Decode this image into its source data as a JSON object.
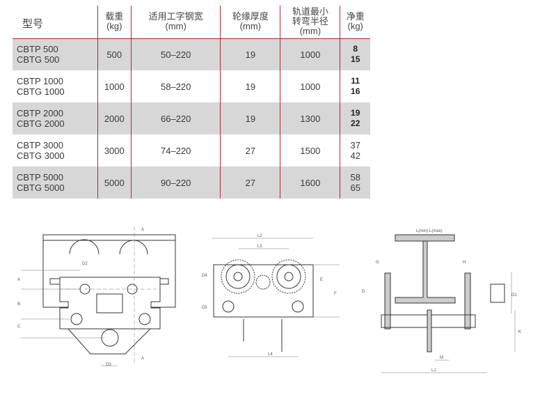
{
  "headers": [
    {
      "l1": "型号",
      "l2": ""
    },
    {
      "l1": "载重",
      "l2": "(kg)"
    },
    {
      "l1": "适用工字钢宽",
      "l2": "(mm)"
    },
    {
      "l1": "轮缘厚度",
      "l2": "(mm)"
    },
    {
      "l1": "轨道最小",
      "l2": "转弯半径",
      "l3": "(mm)"
    },
    {
      "l1": "净重",
      "l2": "(kg)"
    }
  ],
  "rows": [
    {
      "m1": "CBTP 500",
      "m2": "CBTG 500",
      "load": "500",
      "width": "50–220",
      "flange": "19",
      "radius": "1000",
      "w1": "8",
      "w2": "15"
    },
    {
      "m1": "CBTP 1000",
      "m2": "CBTG 1000",
      "load": "1000",
      "width": "58–220",
      "flange": "19",
      "radius": "1000",
      "w1": "11",
      "w2": "16"
    },
    {
      "m1": "CBTP 2000",
      "m2": "CBTG 2000",
      "load": "2000",
      "width": "66–220",
      "flange": "19",
      "radius": "1300",
      "w1": "19",
      "w2": "22"
    },
    {
      "m1": "CBTP 3000",
      "m2": "CBTG 3000",
      "load": "3000",
      "width": "74–220",
      "flange": "27",
      "radius": "1500",
      "w1": "37",
      "w2": "42"
    },
    {
      "m1": "CBTP 5000",
      "m2": "CBTG 5000",
      "load": "5000",
      "width": "90–220",
      "flange": "27",
      "radius": "1600",
      "w1": "58",
      "w2": "65"
    }
  ],
  "drawing_labels": {
    "a1": "A",
    "a2": "A",
    "d2": "D2",
    "d3": "D3",
    "da": "A",
    "db": "B",
    "dc": "C",
    "l2": "L2",
    "l3": "L3",
    "d4": "D4",
    "d5": "D5",
    "e": "E",
    "f": "F",
    "l4": "L4",
    "lminmax": "L(min)-L(max)",
    "g": "G",
    "h": "H",
    "d": "D",
    "d1": "D1",
    "k": "K",
    "m": "M",
    "l1": "L1"
  }
}
